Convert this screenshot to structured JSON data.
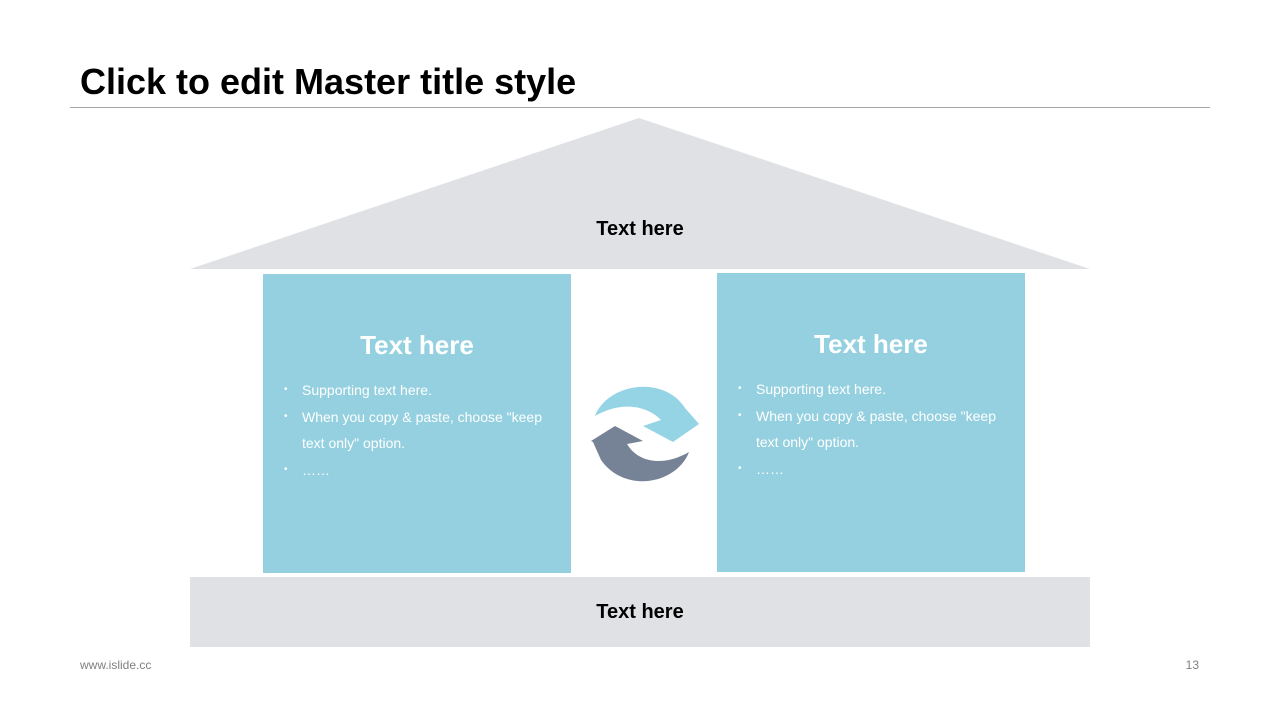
{
  "title": "Click to edit Master title style",
  "roof": {
    "label": "Text here",
    "color": "#e0e1e5"
  },
  "pillars": [
    {
      "heading": "Text here",
      "bullets": [
        "Supporting  text here.",
        "When  you copy & paste, choose \"keep text only\" option.",
        "……"
      ]
    },
    {
      "heading": "Text here",
      "bullets": [
        "Supporting  text here.",
        "When  you copy & paste, choose \"keep text only\" option.",
        "……"
      ]
    }
  ],
  "base": {
    "label": "Text here"
  },
  "colors": {
    "pillar": "#94d0df",
    "arrow_top": "#94d4e4",
    "arrow_bottom": "#768396"
  },
  "cycle_icon": "refresh-cycle-icon",
  "footer": {
    "website": "www.islide.cc",
    "page_number": "13"
  }
}
